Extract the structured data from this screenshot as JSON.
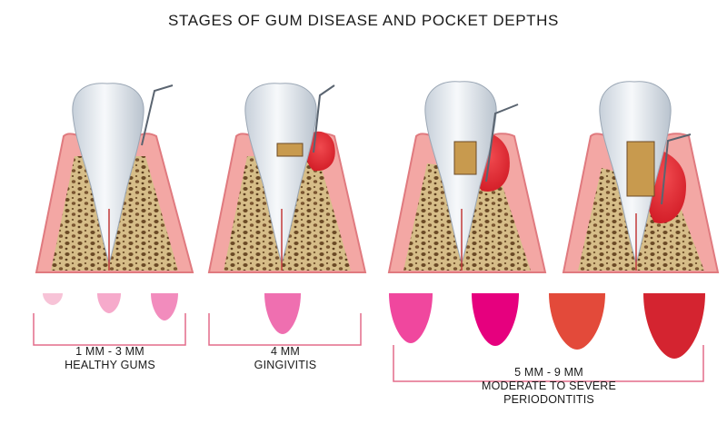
{
  "title": "STAGES OF GUM DISEASE AND POCKET DEPTHS",
  "stages": [
    {
      "depth": "1 MM - 3 MM",
      "name": "HEALTHY GUMS",
      "gum_condition": "healthy"
    },
    {
      "depth": "4 MM",
      "name": "GINGIVITIS",
      "gum_condition": "inflamed"
    },
    {
      "depth": "5 MM - 9 MM",
      "name_lines": [
        "MODERATE TO SEVERE",
        "PERIODONTITIS"
      ],
      "gum_condition": "periodontitis"
    }
  ],
  "pocket_colors": [
    "#f7c3d7",
    "#f6aacb",
    "#f28cbd",
    "#ef6fb0",
    "#f0479e",
    "#e6007e",
    "#e34a3a",
    "#d42430"
  ],
  "colors": {
    "gum": "#f3a7a4",
    "gum_edge": "#e07a7f",
    "bone": "#d8bf8c",
    "inflamed": "#e8262f",
    "enamel": "#eef2f6",
    "bracket": "#e36b8a"
  },
  "icons": [
    "tooth-icon",
    "dental-probe-icon",
    "pocket-shape-icon"
  ]
}
